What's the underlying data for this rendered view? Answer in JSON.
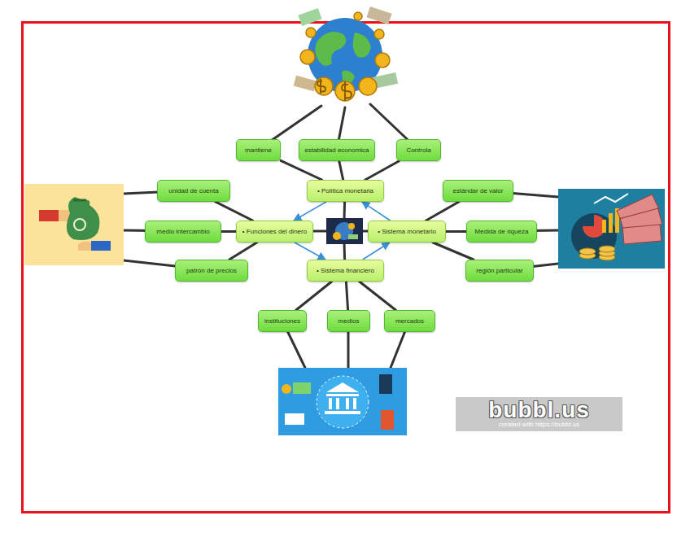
{
  "diagram": {
    "nodes": [
      {
        "text": [
          "mantiene"
        ]
      },
      {
        "text": [
          "estabilidad economica"
        ]
      },
      {
        "text": [
          "Controla"
        ]
      },
      {
        "text": [
          "unidad de cuenta"
        ]
      },
      {
        "text": [
          "• Política monetaria"
        ]
      },
      {
        "text": [
          "estándar de valor"
        ]
      },
      {
        "text": [
          "medio intercambio"
        ]
      },
      {
        "text": [
          "• Funciones del dinero"
        ]
      },
      {
        "text": [
          "• Sistema monetario"
        ]
      },
      {
        "text": [
          "Medida de riqueza"
        ]
      },
      {
        "text": [
          "patrón de precios"
        ]
      },
      {
        "text": [
          "• Sistema financiero"
        ]
      },
      {
        "text": [
          "región particular"
        ]
      },
      {
        "text": [
          "instituciones"
        ]
      },
      {
        "text": [
          "medios"
        ]
      },
      {
        "text": [
          "mercados"
        ]
      }
    ],
    "edges": [
      {
        "from": 4,
        "to": 0,
        "arrow": "none"
      },
      {
        "from": 4,
        "to": 1,
        "arrow": "none"
      },
      {
        "from": 4,
        "to": 2,
        "arrow": "none"
      },
      {
        "from": 7,
        "to": 3,
        "arrow": "none"
      },
      {
        "from": 7,
        "to": 6,
        "arrow": "none"
      },
      {
        "from": 7,
        "to": 10,
        "arrow": "none"
      },
      {
        "from": 8,
        "to": 5,
        "arrow": "none"
      },
      {
        "from": 8,
        "to": 9,
        "arrow": "none"
      },
      {
        "from": 8,
        "to": 12,
        "arrow": "none"
      },
      {
        "from": 11,
        "to": 13,
        "arrow": "none"
      },
      {
        "from": 11,
        "to": 14,
        "arrow": "none"
      },
      {
        "from": 11,
        "to": 15,
        "arrow": "none"
      },
      {
        "from": 4,
        "to": 7,
        "arrow": "to"
      },
      {
        "from": 7,
        "to": 11,
        "arrow": "to"
      },
      {
        "from": 11,
        "to": 8,
        "arrow": "to"
      },
      {
        "from": 8,
        "to": 4,
        "arrow": "to"
      }
    ],
    "labels": [
      "bubbl.us",
      "created with https://bubbl.us"
    ]
  }
}
